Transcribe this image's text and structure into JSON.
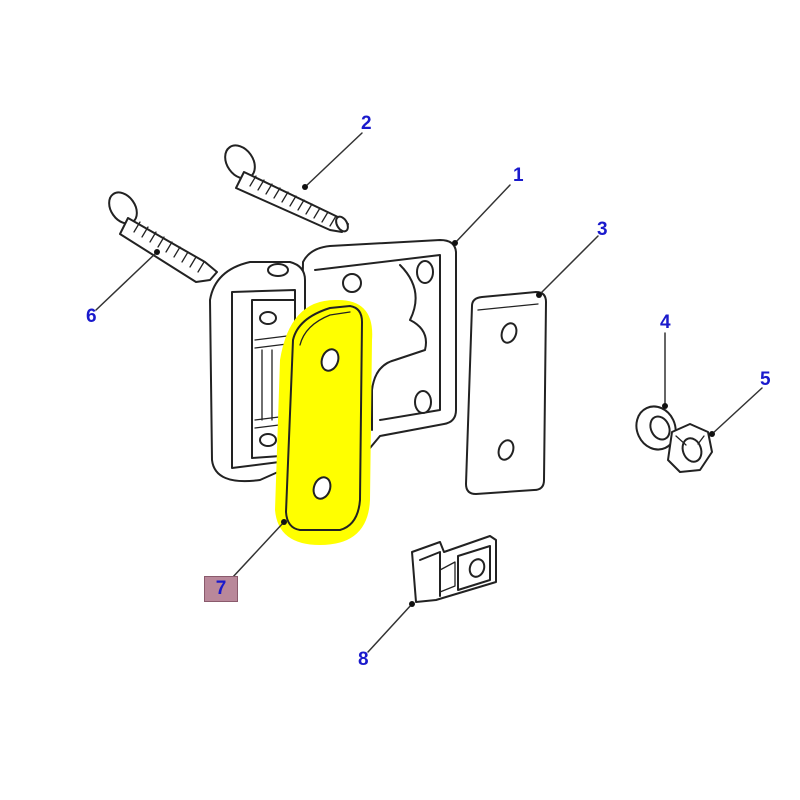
{
  "diagram": {
    "type": "exploded-parts-view",
    "subject": "door hinge assembly",
    "highlight_color": "#ffff00",
    "label_color": "#1a1acc",
    "selected_label_bg": "#b9889a",
    "selected_part": "7"
  },
  "callouts": [
    {
      "id": "1",
      "label": "1",
      "part": "hinge-body"
    },
    {
      "id": "2",
      "label": "2",
      "part": "screw-long"
    },
    {
      "id": "3",
      "label": "3",
      "part": "backing-plate"
    },
    {
      "id": "4",
      "label": "4",
      "part": "washer"
    },
    {
      "id": "5",
      "label": "5",
      "part": "nut"
    },
    {
      "id": "6",
      "label": "6",
      "part": "screw-short"
    },
    {
      "id": "7",
      "label": "7",
      "part": "spacer-plate",
      "highlighted": true
    },
    {
      "id": "8",
      "label": "8",
      "part": "clip-nut"
    }
  ]
}
